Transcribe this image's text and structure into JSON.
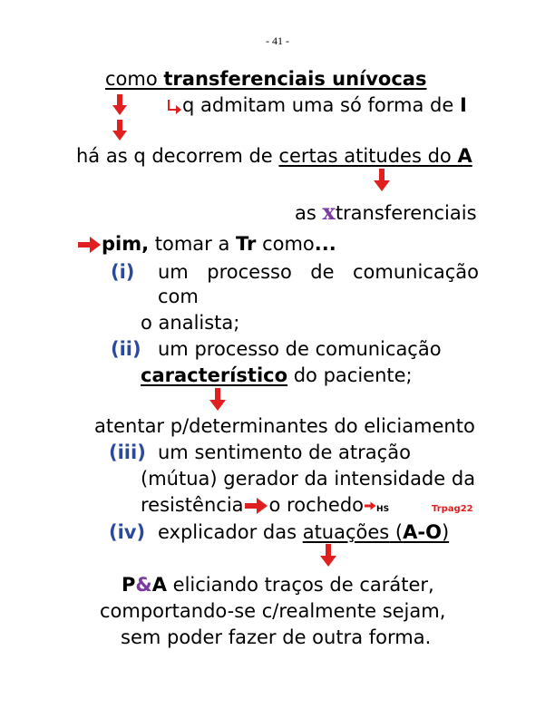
{
  "page_number": "- 41 -",
  "lines": {
    "l1_plain": "como ",
    "l1_bold": "transferenciais unívocas",
    "l2_text": "q admitam uma só forma de ",
    "l2_bold": "I",
    "l3_plain": "há as q decorrem de ",
    "l3_underline": "certas atitudes do ",
    "l3_bold": "A",
    "l4_plain": "as ",
    "l4_x": "x",
    "l4_rest": "transferenciais",
    "l5_bold": "pim,",
    "l5_plain": " tomar a ",
    "l5_bold2": "Tr",
    "l5_plain2": " como",
    "l5_dots": "...",
    "i_label": "(i)",
    "i_text1": "um",
    "i_text2": "processo",
    "i_text3": "de",
    "i_text4": "comunicação",
    "i_text5": "com",
    "i_text6": "o analista;",
    "ii_label": "(ii)",
    "ii_text1": "um processo de comunicação",
    "ii_underline": "característico",
    "ii_text2": " do paciente;",
    "atentar": "atentar p/determinantes do eliciamento",
    "iii_label": "(iii)",
    "iii_text1": "um sentimento de atração",
    "iii_text2": "(mútua) gerador da intensidade da",
    "iii_text3": "resistência",
    "iii_text4": "o rochedo",
    "iii_hs": "HS",
    "trpag": "Trpag22",
    "iv_label": "(iv)",
    "iv_text1": "explicador das ",
    "iv_underline": "atuações",
    "iv_paren_open": " (",
    "iv_bold": "A-O",
    "iv_paren_close": ")",
    "final_p": "P",
    "final_amp": "&",
    "final_a": "A",
    "final_1": " eliciando traços de caráter,",
    "final_2": "comportando-se c/realmente  sejam,",
    "final_3": "sem poder fazer de outra forma."
  },
  "colors": {
    "arrow_red": "#e02020",
    "label_blue": "#2b4a9c",
    "accent_purple": "#7a3aa0"
  },
  "icons": [
    "arrow-down-icon",
    "arrow-right-icon",
    "corner-arrow-icon"
  ]
}
